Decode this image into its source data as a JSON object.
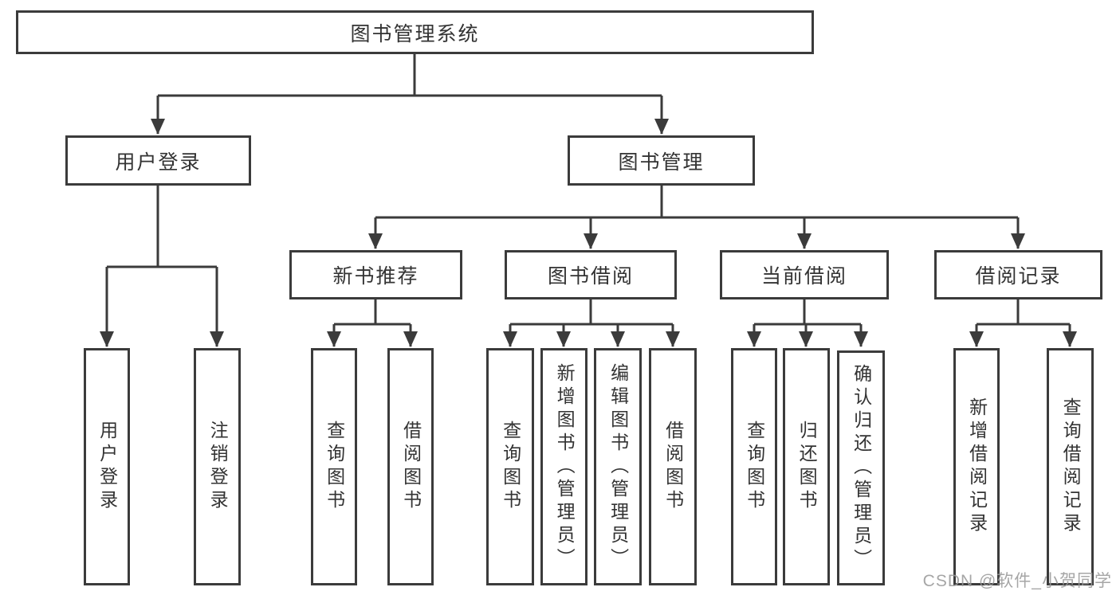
{
  "diagram": {
    "title": "图书管理系统",
    "tree": {
      "root": {
        "label": "图书管理系统"
      },
      "children": [
        {
          "label": "用户登录",
          "children": [
            {
              "label": "用户登录"
            },
            {
              "label": "注销登录"
            }
          ]
        },
        {
          "label": "图书管理",
          "children": [
            {
              "label": "新书推荐",
              "children": [
                {
                  "label": "查询图书"
                },
                {
                  "label": "借阅图书"
                }
              ]
            },
            {
              "label": "图书借阅",
              "children": [
                {
                  "label": "查询图书"
                },
                {
                  "label": "新增图书（管理员）"
                },
                {
                  "label": "编辑图书（管理员）"
                },
                {
                  "label": "借阅图书"
                }
              ]
            },
            {
              "label": "当前借阅",
              "children": [
                {
                  "label": "查询图书"
                },
                {
                  "label": "归还图书"
                },
                {
                  "label": "确认归还（管理员）"
                }
              ]
            },
            {
              "label": "借阅记录",
              "children": [
                {
                  "label": "新增借阅记录"
                },
                {
                  "label": "查询借阅记录"
                }
              ]
            }
          ]
        }
      ]
    },
    "colors": {
      "line": "#3b3b3b",
      "text": "#333333",
      "background": "#ffffff",
      "watermark": "#9a9a9a"
    }
  },
  "watermark": {
    "text": "CSDN @软件_小贺同学"
  }
}
